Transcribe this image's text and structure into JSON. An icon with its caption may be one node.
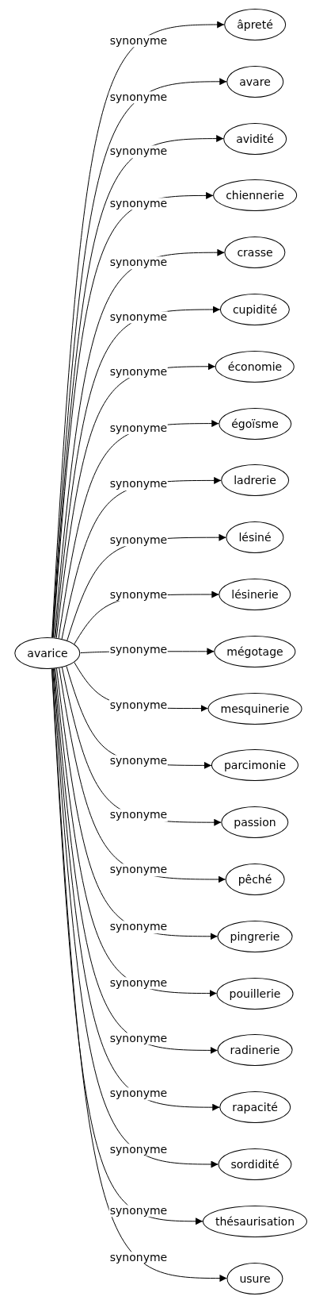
{
  "diagram": {
    "nodes": [
      {
        "text": [
          "avarice"
        ]
      },
      {
        "text": [
          "âpreté"
        ]
      },
      {
        "text": [
          "avare"
        ]
      },
      {
        "text": [
          "avidité"
        ]
      },
      {
        "text": [
          "chiennerie"
        ]
      },
      {
        "text": [
          "crasse"
        ]
      },
      {
        "text": [
          "cupidité"
        ]
      },
      {
        "text": [
          "économie"
        ]
      },
      {
        "text": [
          "égoïsme"
        ]
      },
      {
        "text": [
          "ladrerie"
        ]
      },
      {
        "text": [
          "lésiné"
        ]
      },
      {
        "text": [
          "lésinerie"
        ]
      },
      {
        "text": [
          "mégotage"
        ]
      },
      {
        "text": [
          "mesquinerie"
        ]
      },
      {
        "text": [
          "parcimonie"
        ]
      },
      {
        "text": [
          "passion"
        ]
      },
      {
        "text": [
          "pêché"
        ]
      },
      {
        "text": [
          "pingrerie"
        ]
      },
      {
        "text": [
          "pouillerie"
        ]
      },
      {
        "text": [
          "radinerie"
        ]
      },
      {
        "text": [
          "rapacité"
        ]
      },
      {
        "text": [
          "sordidité"
        ]
      },
      {
        "text": [
          "thésaurisation"
        ]
      },
      {
        "text": [
          "usure"
        ]
      }
    ],
    "edges": [
      {
        "from": 0,
        "to": 1,
        "arrow": "to",
        "label": "synonyme"
      },
      {
        "from": 0,
        "to": 2,
        "arrow": "to",
        "label": "synonyme"
      },
      {
        "from": 0,
        "to": 3,
        "arrow": "to",
        "label": "synonyme"
      },
      {
        "from": 0,
        "to": 4,
        "arrow": "to",
        "label": "synonyme"
      },
      {
        "from": 0,
        "to": 5,
        "arrow": "to",
        "label": "synonyme"
      },
      {
        "from": 0,
        "to": 6,
        "arrow": "to",
        "label": "synonyme"
      },
      {
        "from": 0,
        "to": 7,
        "arrow": "to",
        "label": "synonyme"
      },
      {
        "from": 0,
        "to": 8,
        "arrow": "to",
        "label": "synonyme"
      },
      {
        "from": 0,
        "to": 9,
        "arrow": "to",
        "label": "synonyme"
      },
      {
        "from": 0,
        "to": 10,
        "arrow": "to",
        "label": "synonyme"
      },
      {
        "from": 0,
        "to": 11,
        "arrow": "to",
        "label": "synonyme"
      },
      {
        "from": 0,
        "to": 12,
        "arrow": "to",
        "label": "synonyme"
      },
      {
        "from": 0,
        "to": 13,
        "arrow": "to",
        "label": "synonyme"
      },
      {
        "from": 0,
        "to": 14,
        "arrow": "to",
        "label": "synonyme"
      },
      {
        "from": 0,
        "to": 15,
        "arrow": "to",
        "label": "synonyme"
      },
      {
        "from": 0,
        "to": 16,
        "arrow": "to",
        "label": "synonyme"
      },
      {
        "from": 0,
        "to": 17,
        "arrow": "to",
        "label": "synonyme"
      },
      {
        "from": 0,
        "to": 18,
        "arrow": "to",
        "label": "synonyme"
      },
      {
        "from": 0,
        "to": 19,
        "arrow": "to",
        "label": "synonyme"
      },
      {
        "from": 0,
        "to": 20,
        "arrow": "to",
        "label": "synonyme"
      },
      {
        "from": 0,
        "to": 21,
        "arrow": "to",
        "label": "synonyme"
      },
      {
        "from": 0,
        "to": 22,
        "arrow": "to",
        "label": "synonyme"
      },
      {
        "from": 0,
        "to": 23,
        "arrow": "to",
        "label": "synonyme"
      }
    ]
  }
}
